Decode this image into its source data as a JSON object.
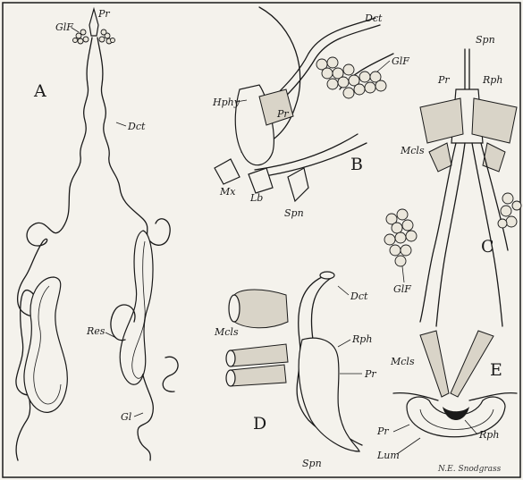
{
  "figures": {
    "A": {
      "letter": "A",
      "labels": {
        "pr": "Pr",
        "glf": "GlF",
        "dct": "Dct",
        "res": "Res",
        "gl": "Gl"
      }
    },
    "B": {
      "letter": "B",
      "labels": {
        "dct": "Dct",
        "glf": "GlF",
        "hphy": "Hphy",
        "pr": "Pr",
        "mx": "Mx",
        "lb": "Lb",
        "spn": "Spn"
      }
    },
    "C": {
      "letter": "C",
      "labels": {
        "spn": "Spn",
        "pr": "Pr",
        "rph": "Rph",
        "mcls": "Mcls",
        "glf": "GlF"
      }
    },
    "D": {
      "letter": "D",
      "labels": {
        "dct": "Dct",
        "rph": "Rph",
        "mcls": "Mcls",
        "pr": "Pr",
        "spn": "Spn"
      }
    },
    "E": {
      "letter": "E",
      "labels": {
        "mcls": "Mcls",
        "pr": "Pr",
        "rph": "Rph",
        "lum": "Lum"
      }
    }
  },
  "signature": "N.E. Snodgrass"
}
